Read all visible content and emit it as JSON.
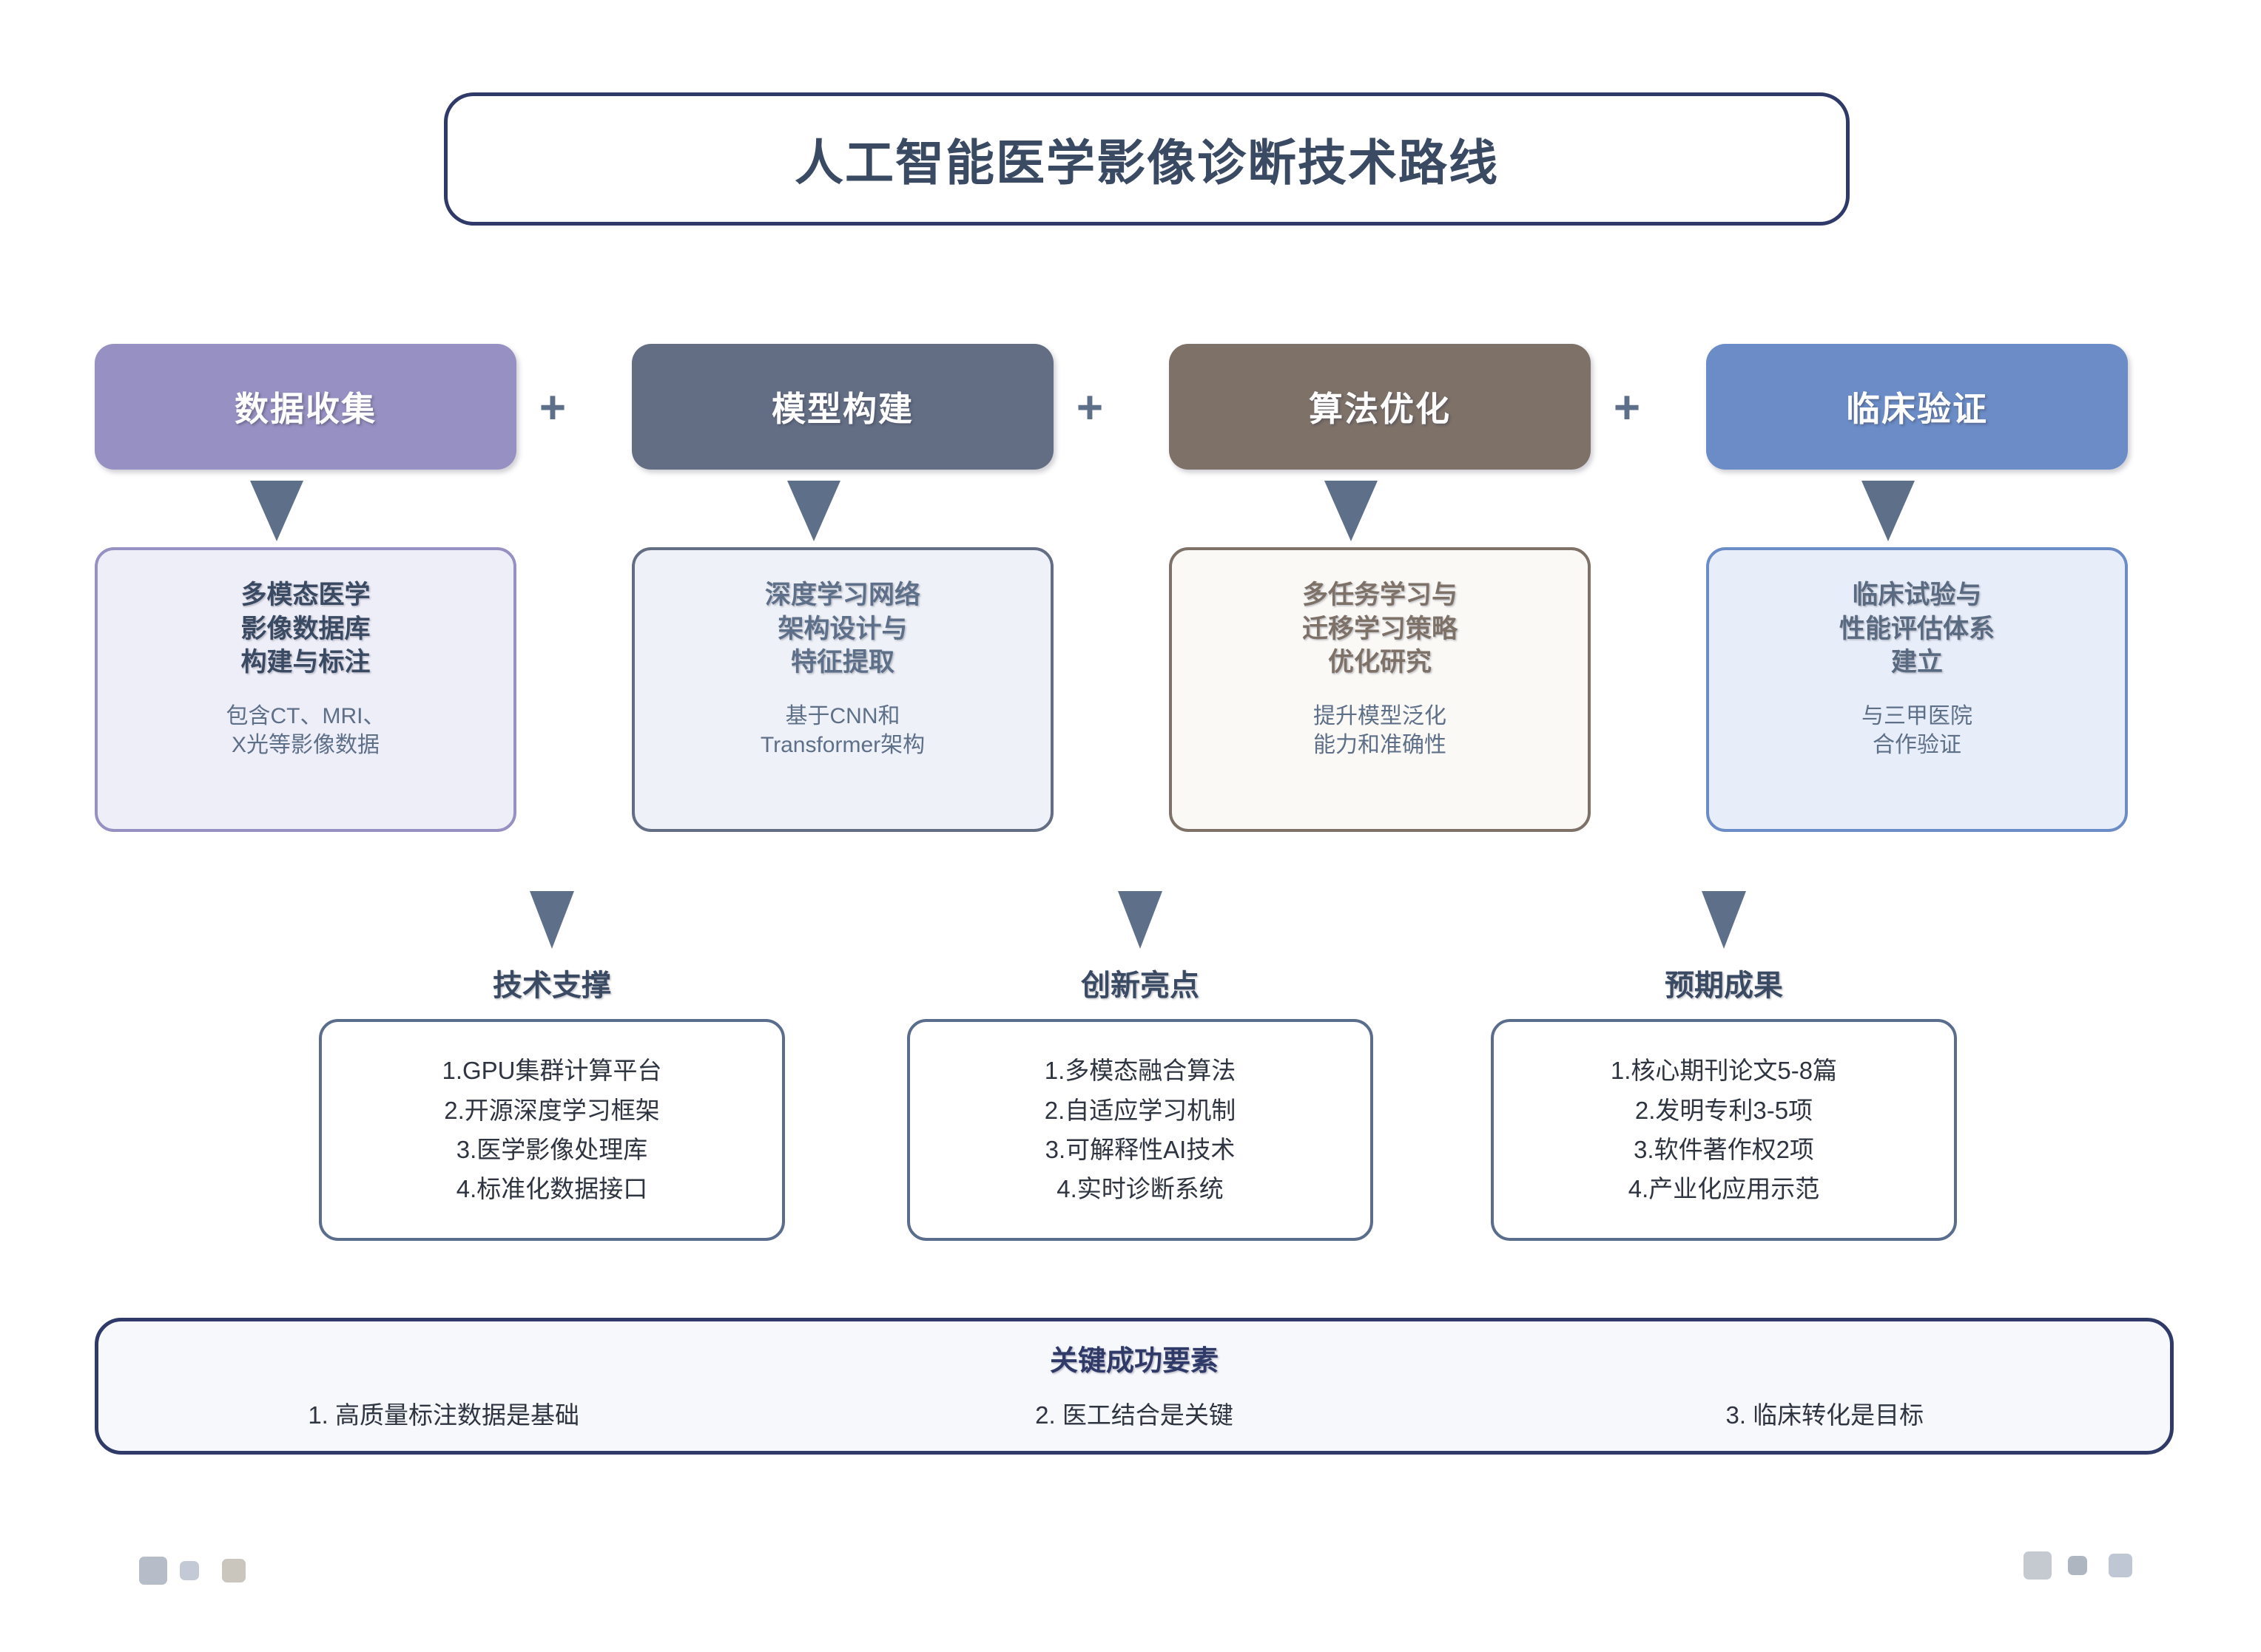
{
  "title": "人工智能医学影像诊断技术路线",
  "separator": "+",
  "phases": [
    {
      "label": "数据收集",
      "color": "#9790c2"
    },
    {
      "label": "模型构建",
      "color": "#636e84"
    },
    {
      "label": "算法优化",
      "color": "#7d7168"
    },
    {
      "label": "临床验证",
      "color": "#6b8cc7"
    }
  ],
  "details": [
    {
      "title": "多模态医学\n影像数据库\n构建与标注",
      "subtitle": "包含CT、MRI、\nX光等影像数据",
      "bg": "#eeeef8",
      "border": "#9790c2",
      "title_color": "#3a4a63"
    },
    {
      "title": "深度学习网络\n架构设计与\n特征提取",
      "subtitle": "基于CNN和\nTransformer架构",
      "bg": "#eef1f7",
      "border": "#636e84",
      "title_color": "#5e7089"
    },
    {
      "title": "多任务学习与\n迁移学习策略\n优化研究",
      "subtitle": "提升模型泛化\n能力和准确性",
      "bg": "#faf9f6",
      "border": "#7d7168",
      "title_color": "#7d7168"
    },
    {
      "title": "临床试验与\n性能评估体系\n建立",
      "subtitle": "与三甲医院\n合作验证",
      "bg": "#e8eef9",
      "border": "#6b8cc7",
      "title_color": "#5a6a80"
    }
  ],
  "groups": [
    {
      "heading": "技术支撑",
      "items": [
        "1.GPU集群计算平台",
        "2.开源深度学习框架",
        "3.医学影像处理库",
        "4.标准化数据接口"
      ]
    },
    {
      "heading": "创新亮点",
      "items": [
        "1.多模态融合算法",
        "2.自适应学习机制",
        "3.可解释性AI技术",
        "4.实时诊断系统"
      ]
    },
    {
      "heading": "预期成果",
      "items": [
        "1.核心期刊论文5-8篇",
        "2.发明专利3-5项",
        "3.软件著作权2项",
        "4.产业化应用示范"
      ]
    }
  ],
  "key_factors": {
    "title": "关键成功要素",
    "items": [
      "1. 高质量标注数据是基础",
      "2. 医工结合是关键",
      "3. 临床转化是目标"
    ]
  },
  "decorations": {
    "left": [
      {
        "color": "#b6bdc8",
        "size": 38
      },
      {
        "color": "#c3cad6",
        "size": 26
      },
      {
        "color": "#cbc6bd",
        "size": 32
      }
    ],
    "right": [
      {
        "color": "#c5cad1",
        "size": 38
      },
      {
        "color": "#aeb6c2",
        "size": 26
      },
      {
        "color": "#bfc7d4",
        "size": 32
      }
    ]
  }
}
